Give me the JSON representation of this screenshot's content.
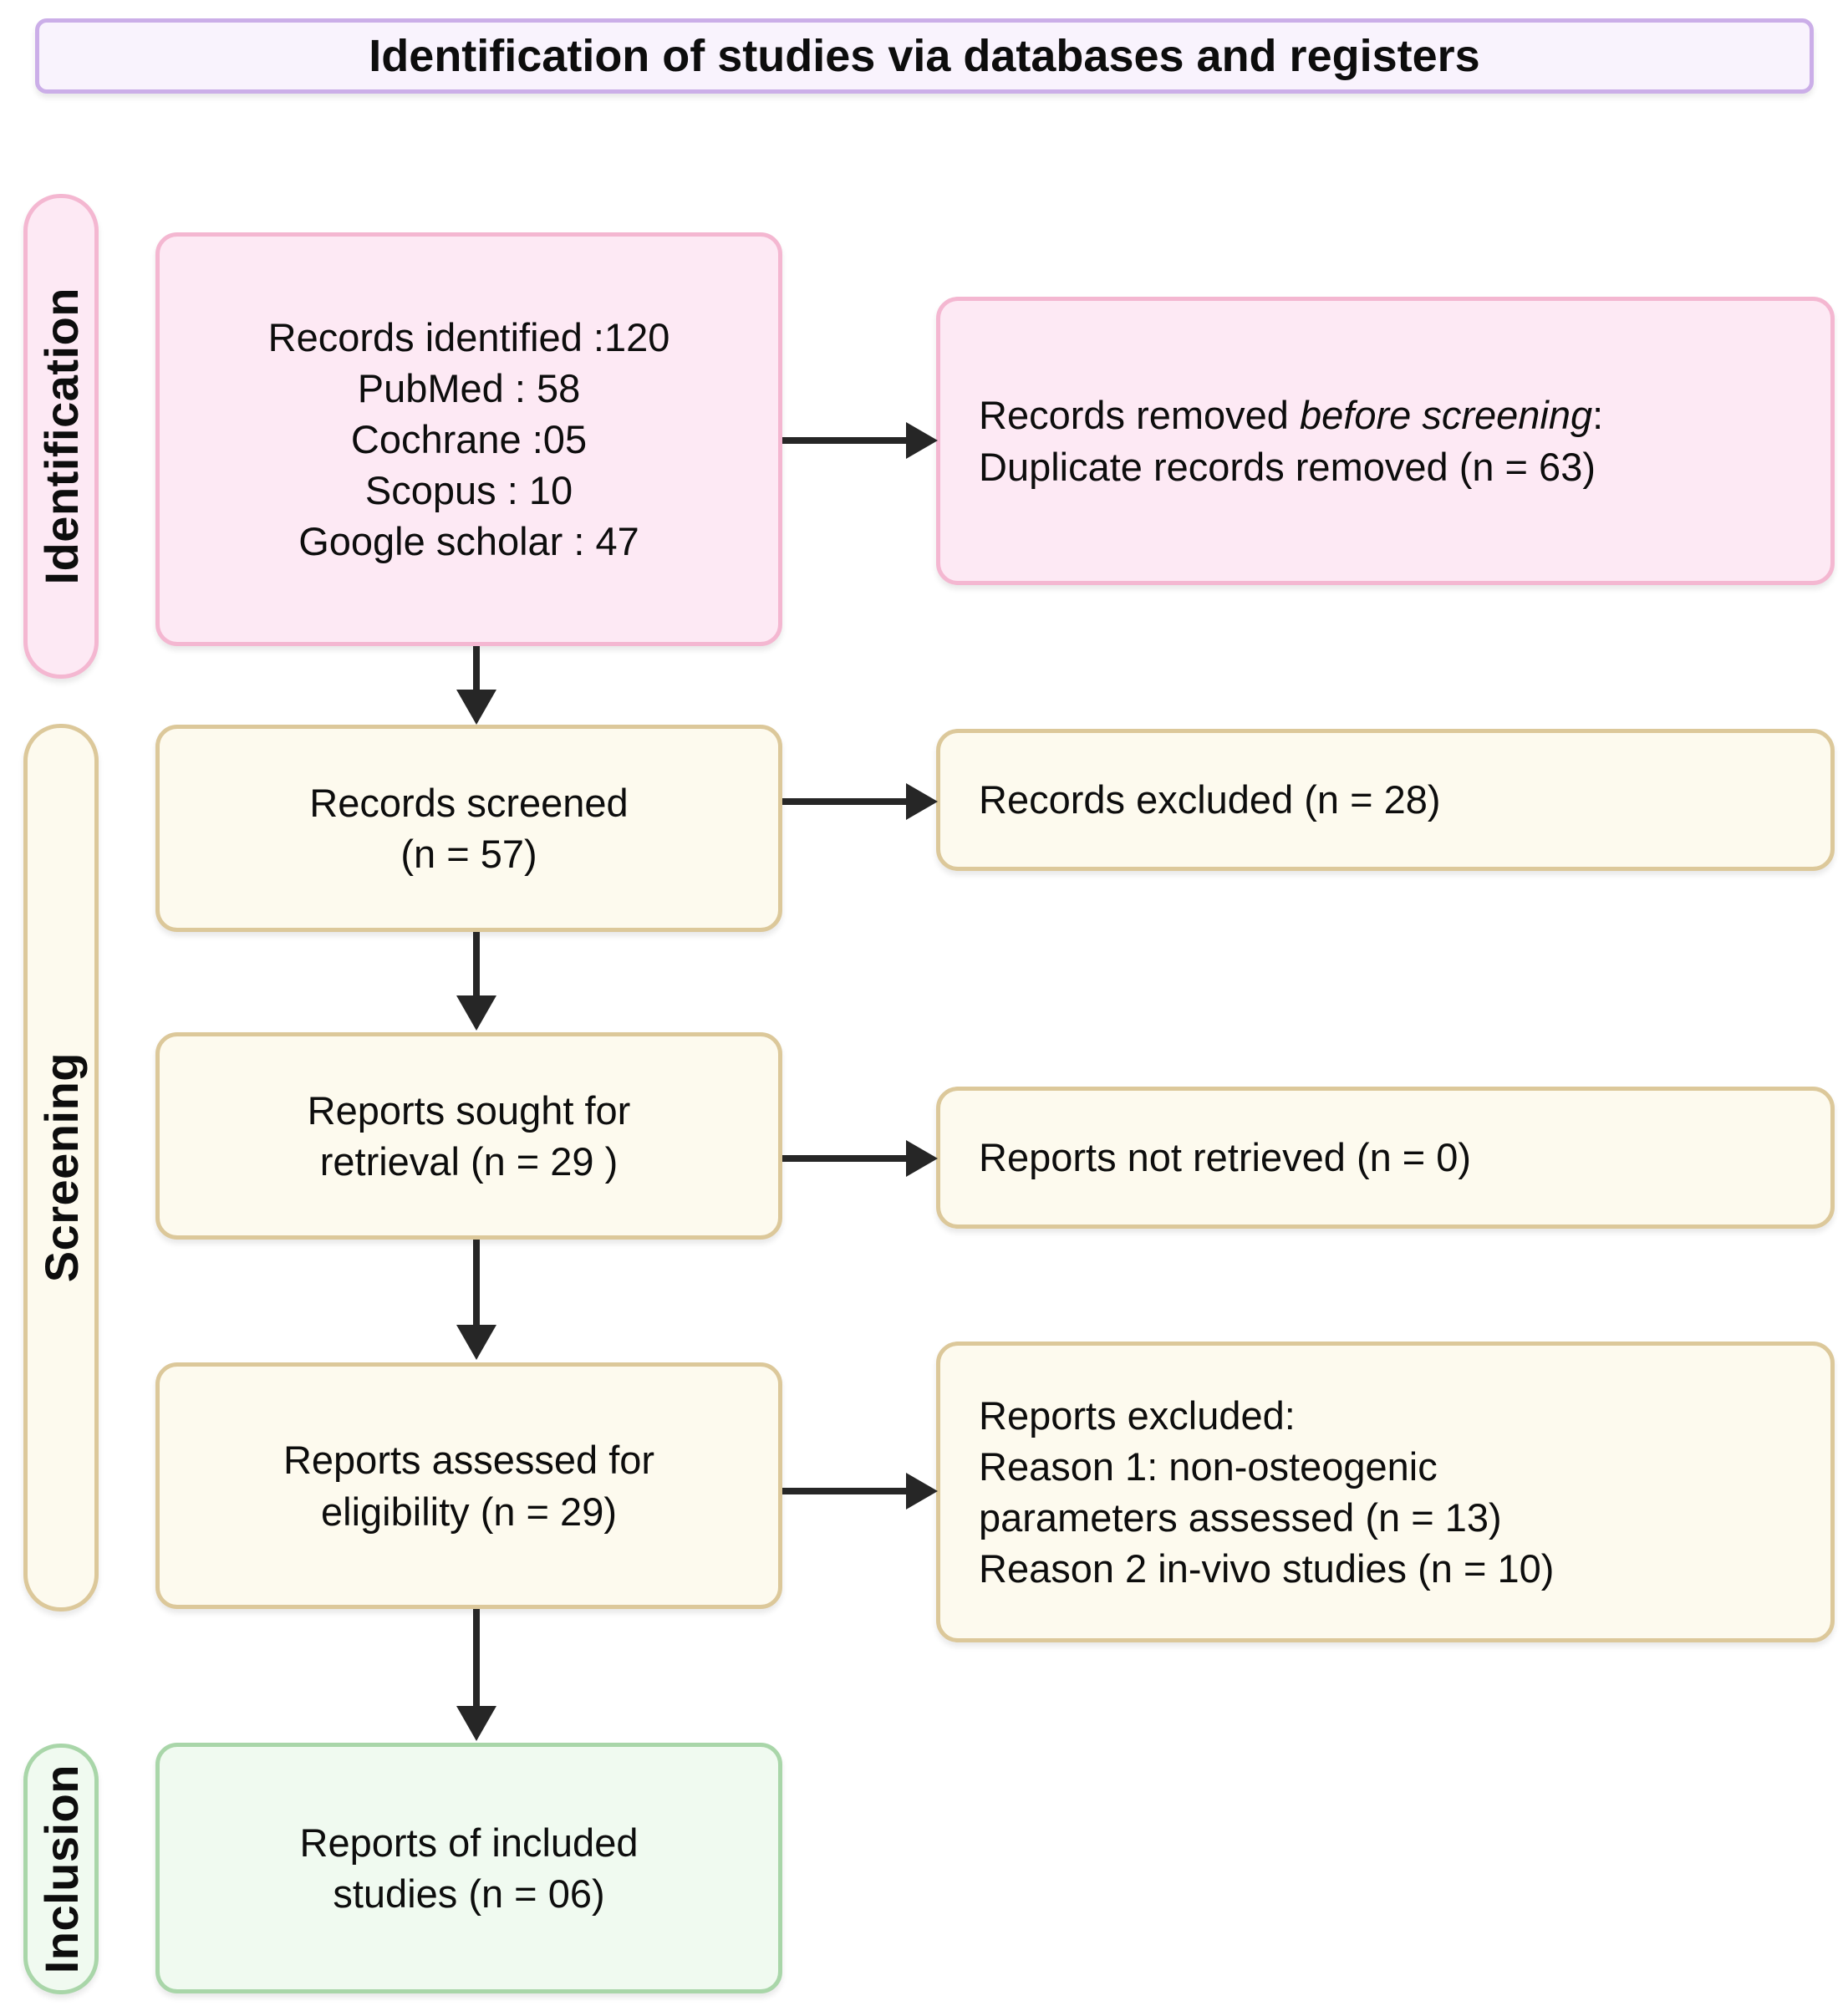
{
  "header": {
    "title": "Identification of studies via databases and registers"
  },
  "stages": [
    {
      "id": "identification",
      "label": "Identification",
      "theme": "pink"
    },
    {
      "id": "screening",
      "label": "Screening",
      "theme": "cream"
    },
    {
      "id": "inclusion",
      "label": "Inclusion",
      "theme": "green"
    }
  ],
  "boxes": {
    "identified": {
      "text": "Records identified :120\nPubMed : 58\nCochrane :05\nScopus : 10\nGoogle scholar : 47"
    },
    "removed": {
      "line1_plain": "Records removed ",
      "line1_italic": "before screening",
      "line1_tail": ":",
      "line2": "Duplicate records removed  (n = 63)"
    },
    "screened": {
      "text": "Records screened\n(n = 57)"
    },
    "excluded_records": {
      "text": "Records excluded (n = 28)"
    },
    "sought": {
      "text": "Reports sought for\nretrieval (n = 29 )"
    },
    "not_retrieved": {
      "text": "Reports not retrieved (n = 0)"
    },
    "assessed": {
      "text": "Reports assessed for\neligibility (n = 29)"
    },
    "excluded_reports": {
      "text": "Reports excluded:\nReason 1: non-osteogenic\nparameters assessed (n = 13)\nReason 2 in-vivo studies (n = 10)"
    },
    "included": {
      "text": "Reports of included\nstudies (n = 06)"
    }
  },
  "counts": {
    "records_identified_total": 120,
    "pubmed": 58,
    "cochrane": 5,
    "scopus": 10,
    "google_scholar": 47,
    "duplicates_removed": 63,
    "records_screened": 57,
    "records_excluded": 28,
    "reports_sought": 29,
    "reports_not_retrieved": 0,
    "reports_assessed": 29,
    "excluded_reason1": 13,
    "excluded_reason2": 10,
    "included_studies": 6
  },
  "colors": {
    "header_fill": "#f9f3fd",
    "header_border": "#cbaee8",
    "pink_fill": "#fde9f4",
    "pink_border": "#f4b7d1",
    "cream_fill": "#fdfaee",
    "cream_border": "#dcc89a",
    "green_fill": "#f0faf0",
    "green_border": "#a9d6a9",
    "arrow": "#262626",
    "text": "#0d0d0d"
  }
}
